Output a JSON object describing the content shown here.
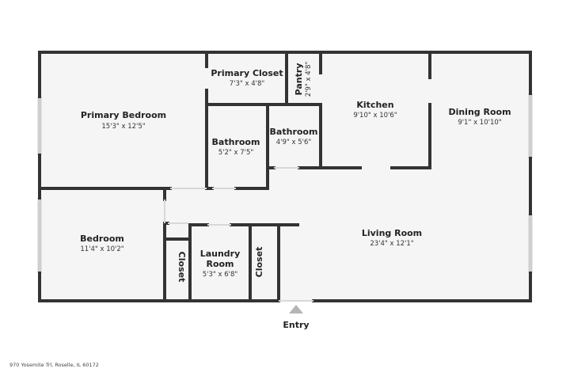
{
  "plan": {
    "rooms": [
      {
        "id": "primary-bedroom",
        "name": "Primary Bedroom",
        "dim": "15'3\" x 12'5\""
      },
      {
        "id": "primary-closet",
        "name": "Primary Closet",
        "dim": "7'3\" x 4'8\""
      },
      {
        "id": "pantry",
        "name": "Pantry",
        "dim": "2'9\" x 4'8\""
      },
      {
        "id": "kitchen",
        "name": "Kitchen",
        "dim": "9'10\" x 10'6\""
      },
      {
        "id": "dining-room",
        "name": "Dining Room",
        "dim": "9'1\" x 10'10\""
      },
      {
        "id": "bathroom-1",
        "name": "Bathroom",
        "dim": "5'2\" x 7'5\""
      },
      {
        "id": "bathroom-2",
        "name": "Bathroom",
        "dim": "4'9\" x 5'6\""
      },
      {
        "id": "bedroom",
        "name": "Bedroom",
        "dim": "11'4\" x 10'2\""
      },
      {
        "id": "living-room",
        "name": "Living Room",
        "dim": "23'4\" x 12'1\""
      },
      {
        "id": "laundry-room",
        "name": "Laundry Room",
        "dim": "5'3\" x 6'8\""
      },
      {
        "id": "closet-1",
        "name": "Closet",
        "dim": ""
      },
      {
        "id": "closet-2",
        "name": "Closet",
        "dim": ""
      }
    ],
    "entry_label": "Entry",
    "address": "970 Yosemite Trl, Roselle, IL 60172",
    "colors": {
      "wall": "#333333",
      "floor": "#f5f5f5",
      "window": "#d8d8d8",
      "entry_marker": "#b5b5b5"
    }
  }
}
